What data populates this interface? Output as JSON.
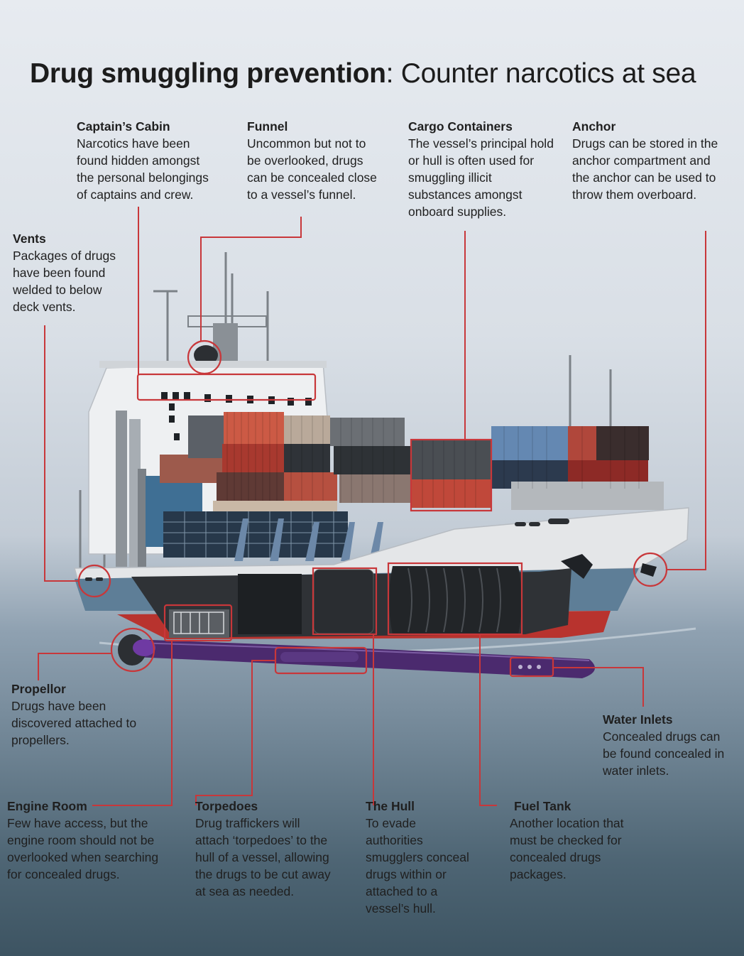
{
  "title": {
    "bold": "Drug smuggling prevention",
    "rest": ": Counter narcotics at sea"
  },
  "callouts": {
    "captain": {
      "heading": "Captain’s Cabin",
      "text": "Narcotics have been\nfound hidden amongst\nthe personal belongings\nof captains and crew."
    },
    "funnel": {
      "heading": "Funnel",
      "text": "Uncommon but not to\nbe overlooked, drugs\ncan be concealed close\nto a vessel’s funnel."
    },
    "cargo": {
      "heading": "Cargo Containers",
      "text": "The vessel’s principal hold\nor hull is often used for\nsmuggling illicit\nsubstances amongst\nonboard supplies."
    },
    "anchor": {
      "heading": "Anchor",
      "text": "Drugs can be stored in the\nanchor compartment and\nthe anchor can be used to\nthrow them overboard."
    },
    "vents": {
      "heading": "Vents",
      "text": "Packages of drugs\nhave been found\nwelded to below\ndeck vents."
    },
    "propellor": {
      "heading": "Propellor",
      "text": "Drugs have been\ndiscovered attached to\npropellers."
    },
    "water": {
      "heading": "Water Inlets",
      "text": "Concealed drugs can\nbe found concealed in\nwater inlets."
    },
    "engine": {
      "heading": "Engine Room",
      "text": "Few have access, but the\nengine room should not be\noverlooked when searching\nfor concealed drugs."
    },
    "torpedoes": {
      "heading": "Torpedoes",
      "text": "Drug traffickers will\nattach ‘torpedoes’ to the\nhull of a vessel, allowing\nthe drugs to be cut away\nat sea as needed."
    },
    "hull": {
      "heading": "The Hull",
      "text": "To evade\nauthorities\nsmugglers conceal\ndrugs within or\nattached to a\nvessel’s hull."
    },
    "fuel": {
      "heading": "Fuel Tank",
      "text": "Another location that\nmust be checked for\nconcealed drugs\npackages."
    }
  },
  "colors": {
    "accent": "#c8373a",
    "hull_red": "#b8332e",
    "hull_purple": "#4b2a6e",
    "hull_white": "#e4e6e8"
  }
}
